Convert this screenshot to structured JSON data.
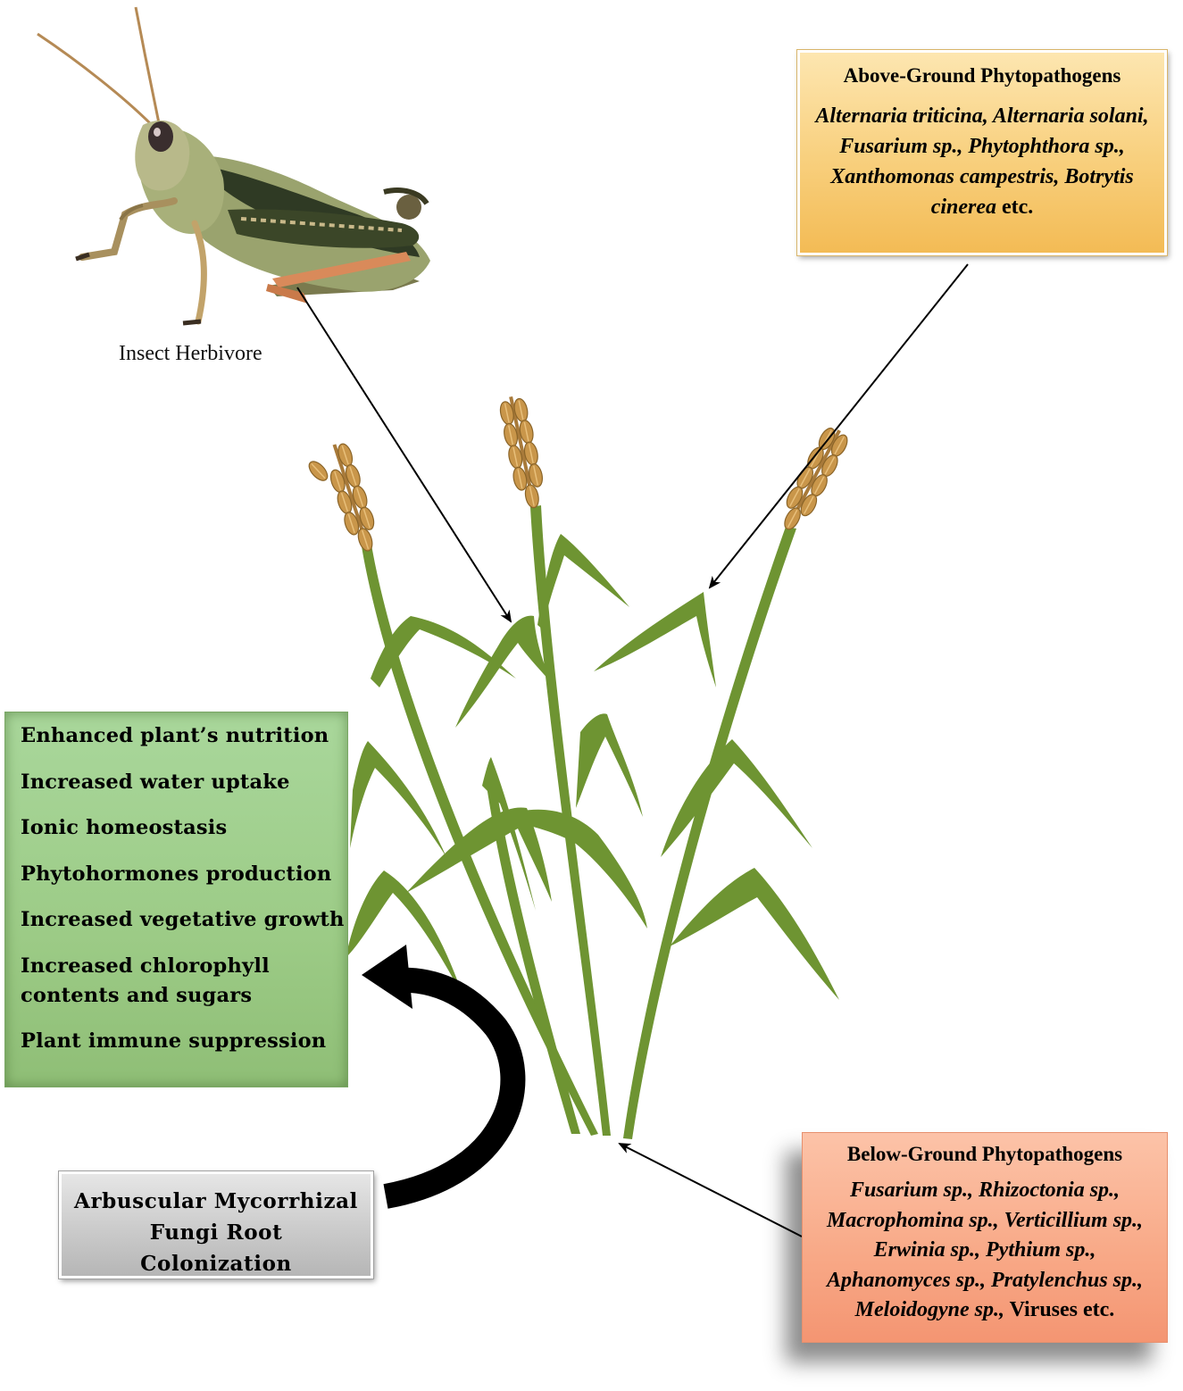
{
  "insect": {
    "label": "Insect Herbivore"
  },
  "above_ground": {
    "title": "Above-Ground Phytopathogens",
    "body_italic": "Alternaria triticina, Alternaria solani, Fusarium sp., Phytophthora sp., Xanthomonas campestris, Botrytis cinerea",
    "body_suffix": " etc.",
    "fill": "#f8cf7c"
  },
  "below_ground": {
    "title": "Below-Ground Phytopathogens",
    "body_italic": "Fusarium sp., Rhizoctonia sp., Macrophomina sp., Verticillium sp., Erwinia sp., Pythium sp., Aphanomyces sp., Pratylenchus sp., Meloidogyne sp.,",
    "body_suffix": " Viruses etc.",
    "fill": "#f8a886"
  },
  "benefits": {
    "items": [
      "Enhanced plant’s nutrition",
      "Increased water uptake",
      "Ionic homeostasis",
      "Phytohormones production",
      "Increased vegetative growth",
      "Increased chlorophyll contents and sugars",
      "Plant immune suppression"
    ],
    "fill": "#9ccb86"
  },
  "amf": {
    "label_line1": "Arbuscular Mycorrhizal",
    "label_line2": "Fungi Root Colonization",
    "fill": "#cdcdcd"
  },
  "colors": {
    "plant_green": "#6e9432",
    "grain_tan": "#c9964a",
    "arrow": "#000000"
  }
}
